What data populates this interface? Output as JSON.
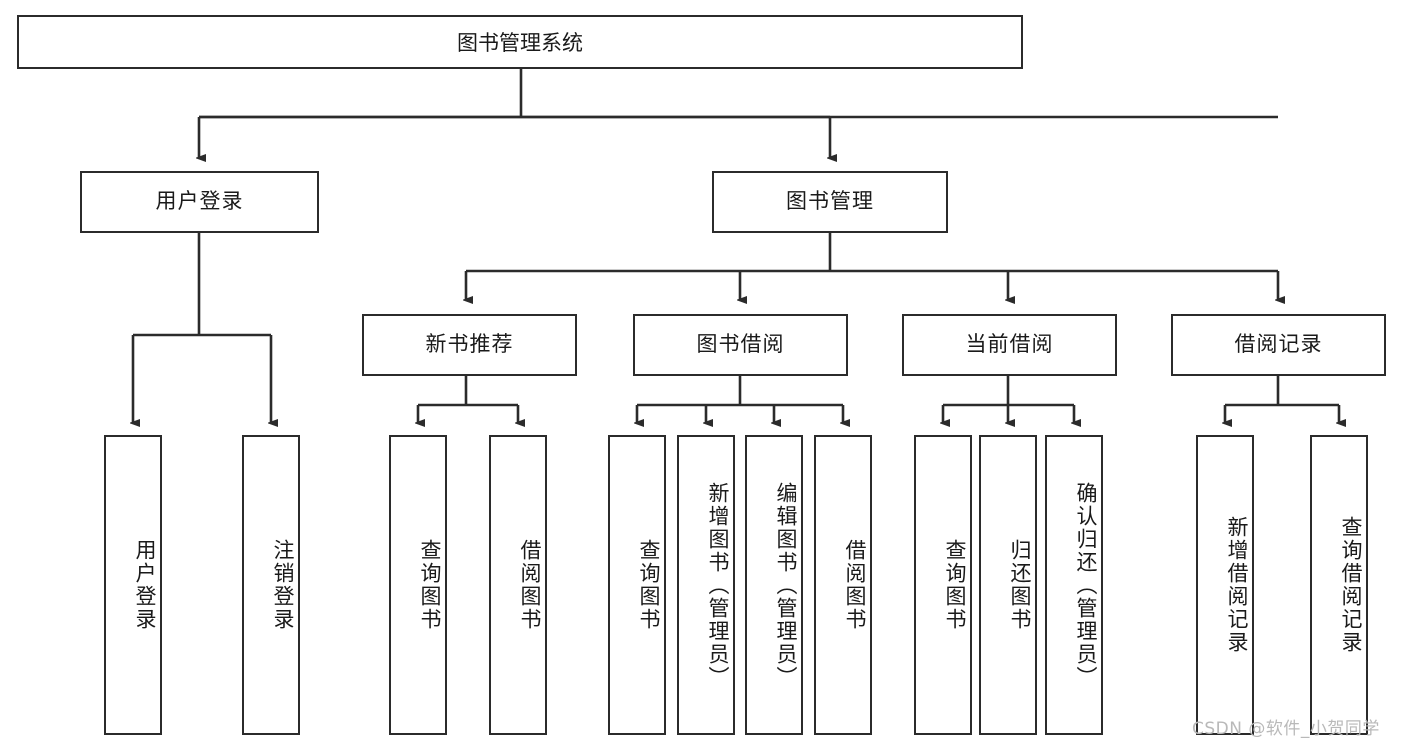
{
  "diagram": {
    "title": "图书管理系统",
    "type": "tree-hierarchy",
    "root": {
      "label": "图书管理系统"
    },
    "level1": [
      {
        "label": "用户登录"
      },
      {
        "label": "图书管理"
      }
    ],
    "level2": [
      {
        "label": "新书推荐"
      },
      {
        "label": "图书借阅"
      },
      {
        "label": "当前借阅"
      },
      {
        "label": "借阅记录"
      }
    ],
    "leaves": {
      "user_login": [
        {
          "label": "用户登录"
        },
        {
          "label": "注销登录"
        }
      ],
      "new_book_recommend": [
        {
          "label": "查询图书"
        },
        {
          "label": "借阅图书"
        }
      ],
      "book_borrow": [
        {
          "label": "查询图书"
        },
        {
          "label": "新增图书（管理员）"
        },
        {
          "label": "编辑图书（管理员）"
        },
        {
          "label": "借阅图书"
        }
      ],
      "current_borrow": [
        {
          "label": "查询图书"
        },
        {
          "label": "归还图书"
        },
        {
          "label": "确认归还（管理员）"
        }
      ],
      "borrow_record": [
        {
          "label": "新增借阅记录"
        },
        {
          "label": "查询借阅记录"
        }
      ]
    }
  },
  "watermark": {
    "text": "CSDN @软件_小贺同学"
  },
  "colors": {
    "stroke": "#2b2b2b",
    "background": "#ffffff",
    "text": "#1a1a1a",
    "watermark": "#b9b9b9"
  }
}
